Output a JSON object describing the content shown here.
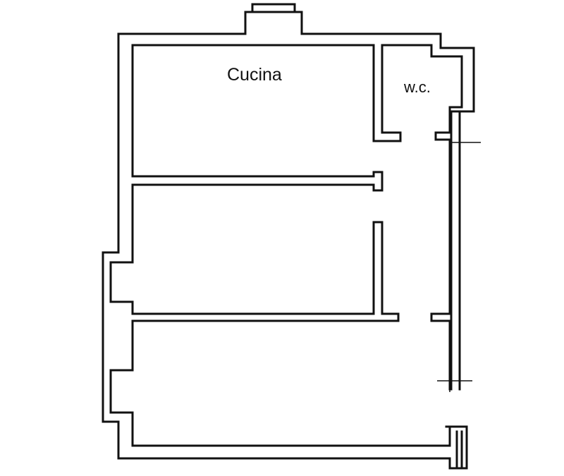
{
  "plan": {
    "rooms": [
      {
        "id": "kitchen",
        "label": "Cucina"
      },
      {
        "id": "wc",
        "label": "w.c."
      }
    ]
  },
  "colors": {
    "wall": "#111111",
    "background": "#ffffff"
  }
}
